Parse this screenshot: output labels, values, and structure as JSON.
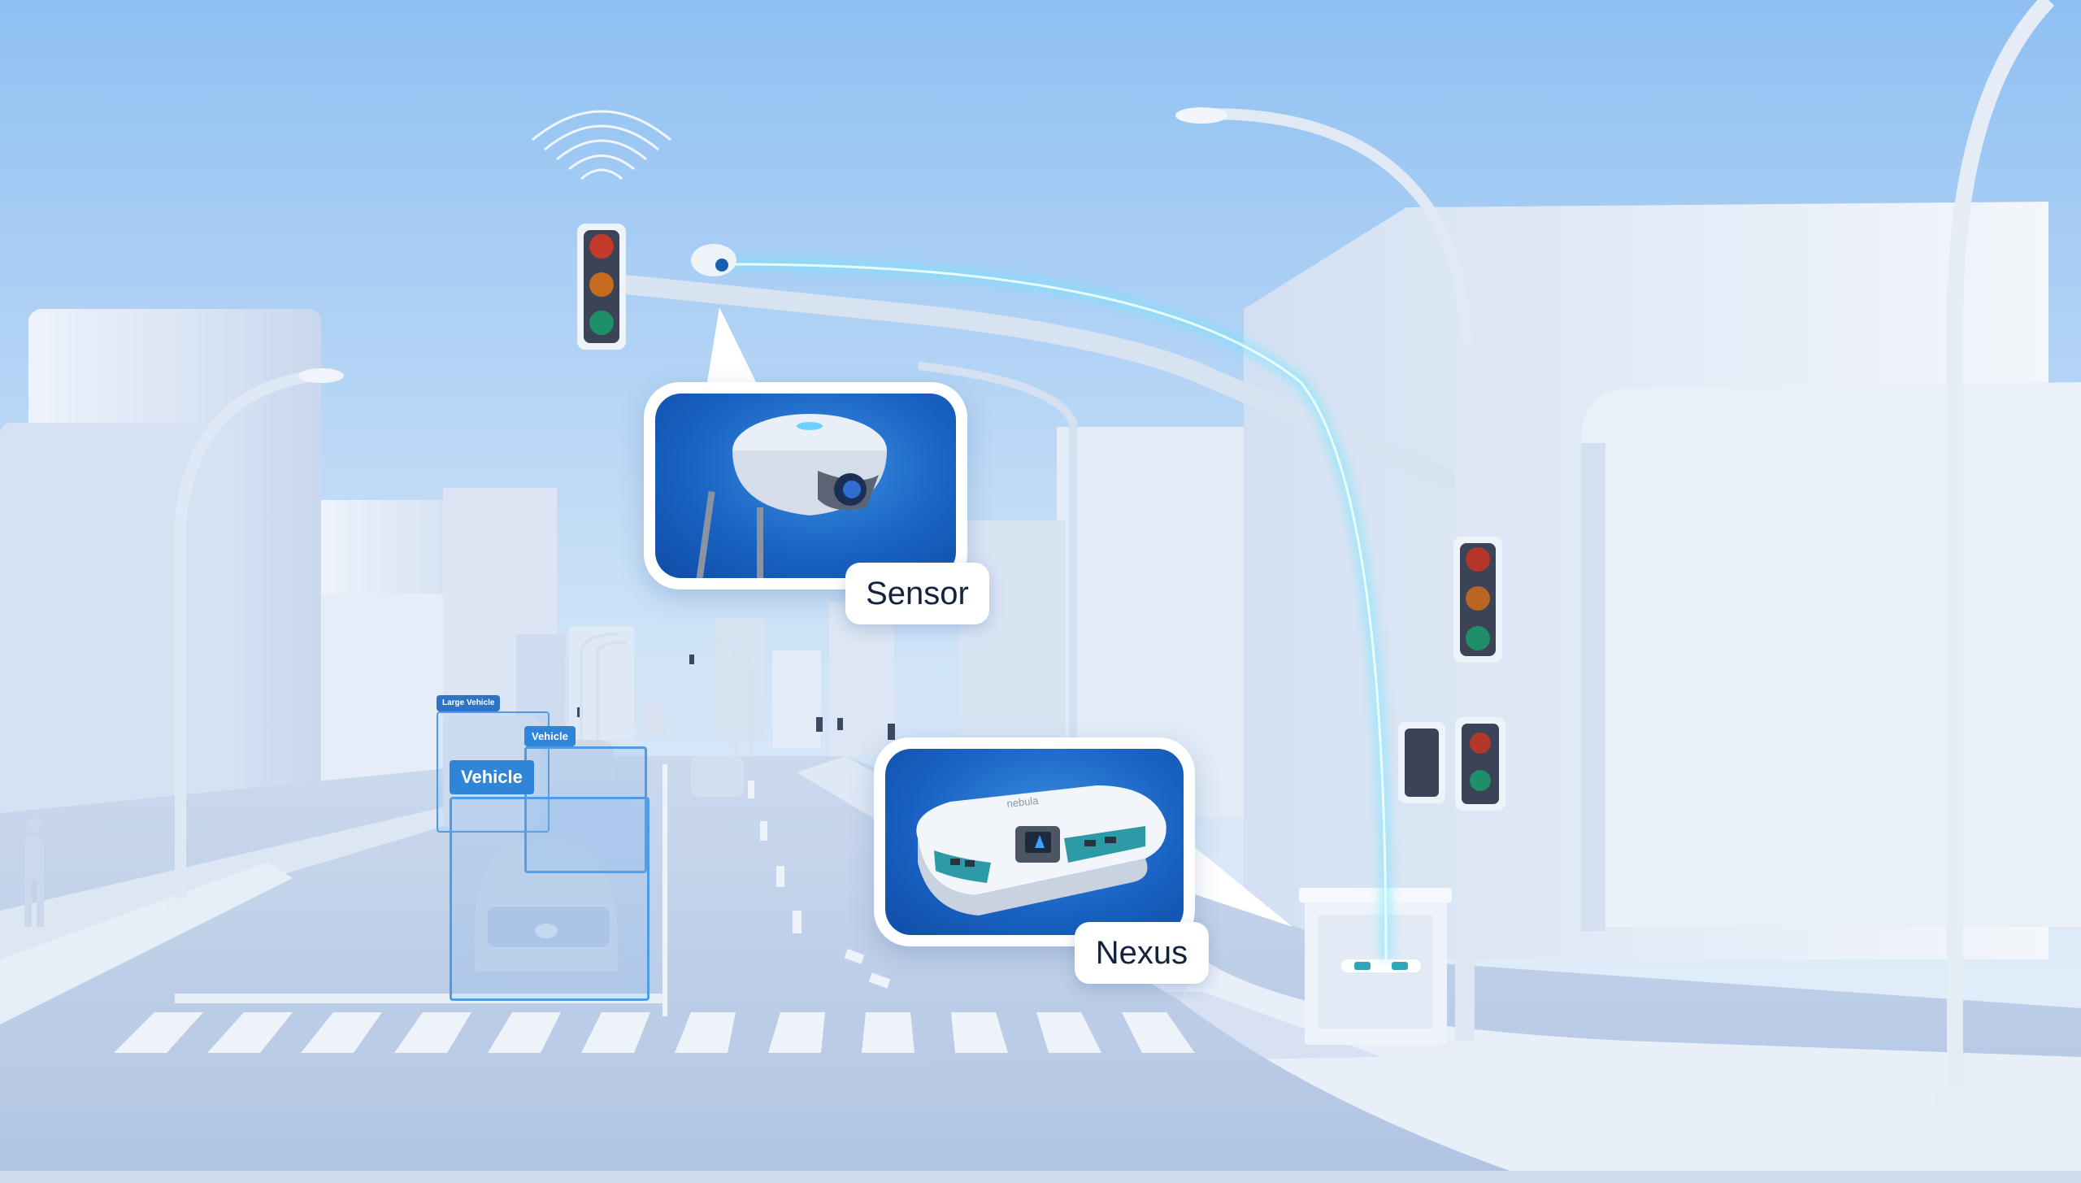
{
  "callouts": {
    "sensor": {
      "label": "Sensor"
    },
    "nexus": {
      "label": "Nexus",
      "device_brand": "nebula"
    }
  },
  "detections": [
    {
      "label": "Large Vehicle"
    },
    {
      "label": "Vehicle"
    },
    {
      "label": "Vehicle"
    }
  ],
  "colors": {
    "sky_top": "#92c2f3",
    "sky_bottom": "#dceaf7",
    "road": "#b9cbe4",
    "callout_blue": "#1a63c4",
    "tag_blue": "#2f86d9",
    "bbox_blue": "#4f9ce4",
    "beam_cyan": "#6fe6ff"
  },
  "icons": {
    "wifi": "wifi-signal-icon",
    "traffic_light": "traffic-light-icon",
    "pedestrian_signal": "pedestrian-signal-icon"
  }
}
